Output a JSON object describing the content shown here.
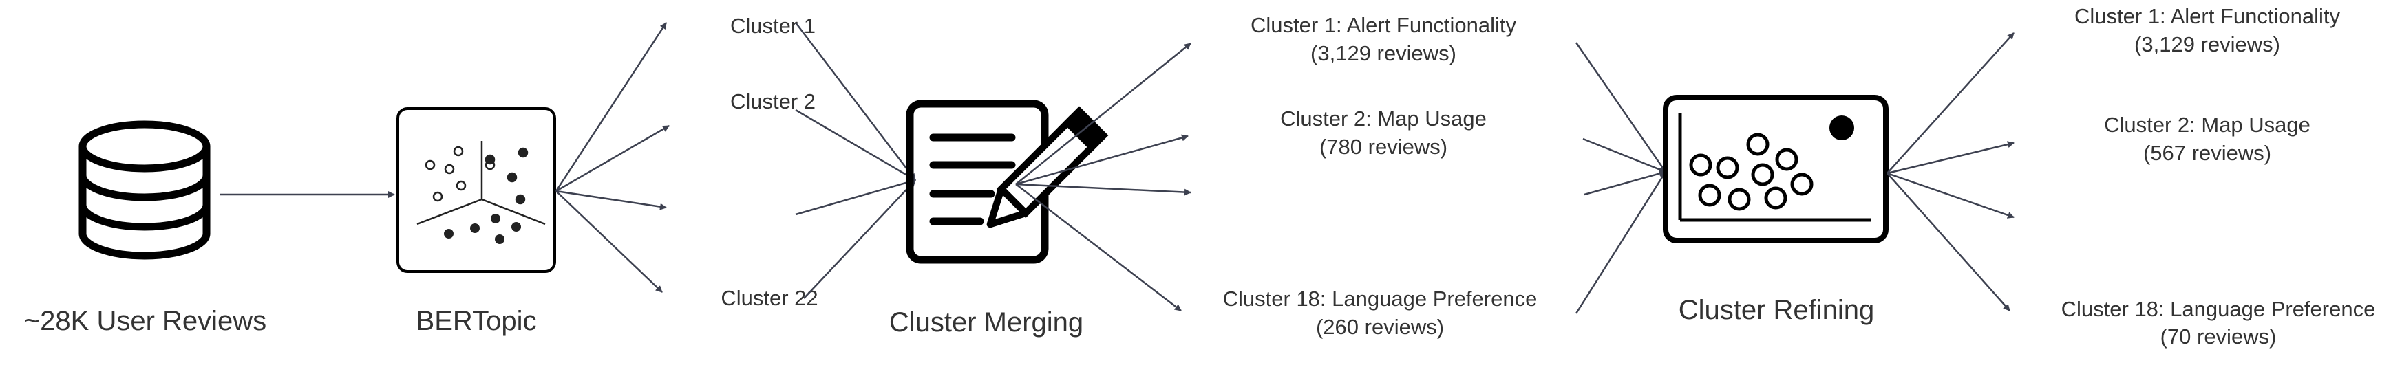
{
  "stages": {
    "reviews": {
      "label": "~28K User Reviews",
      "icon": "database-icon"
    },
    "bertopic": {
      "label": "BERTopic",
      "icon": "scatter-clusters-icon"
    },
    "merging": {
      "label": "Cluster Merging",
      "icon": "document-pencil-icon"
    },
    "refining": {
      "label": "Cluster Refining",
      "icon": "bubble-chart-icon"
    }
  },
  "bertopic_clusters": [
    "Cluster 1",
    "Cluster 2",
    "Cluster 22"
  ],
  "merged_clusters": [
    {
      "title": "Cluster 1: Alert Functionality",
      "count": "(3,129 reviews)"
    },
    {
      "title": "Cluster 2: Map Usage",
      "count": "(780 reviews)"
    },
    {
      "title": "Cluster 18: Language Preference",
      "count": "(260 reviews)"
    }
  ],
  "refined_clusters": [
    {
      "title": "Cluster 1: Alert Functionality",
      "count": "(3,129 reviews)"
    },
    {
      "title": "Cluster 2: Map Usage",
      "count": "(567 reviews)"
    },
    {
      "title": "Cluster 18: Language Preference",
      "count": "(70 reviews)"
    }
  ]
}
